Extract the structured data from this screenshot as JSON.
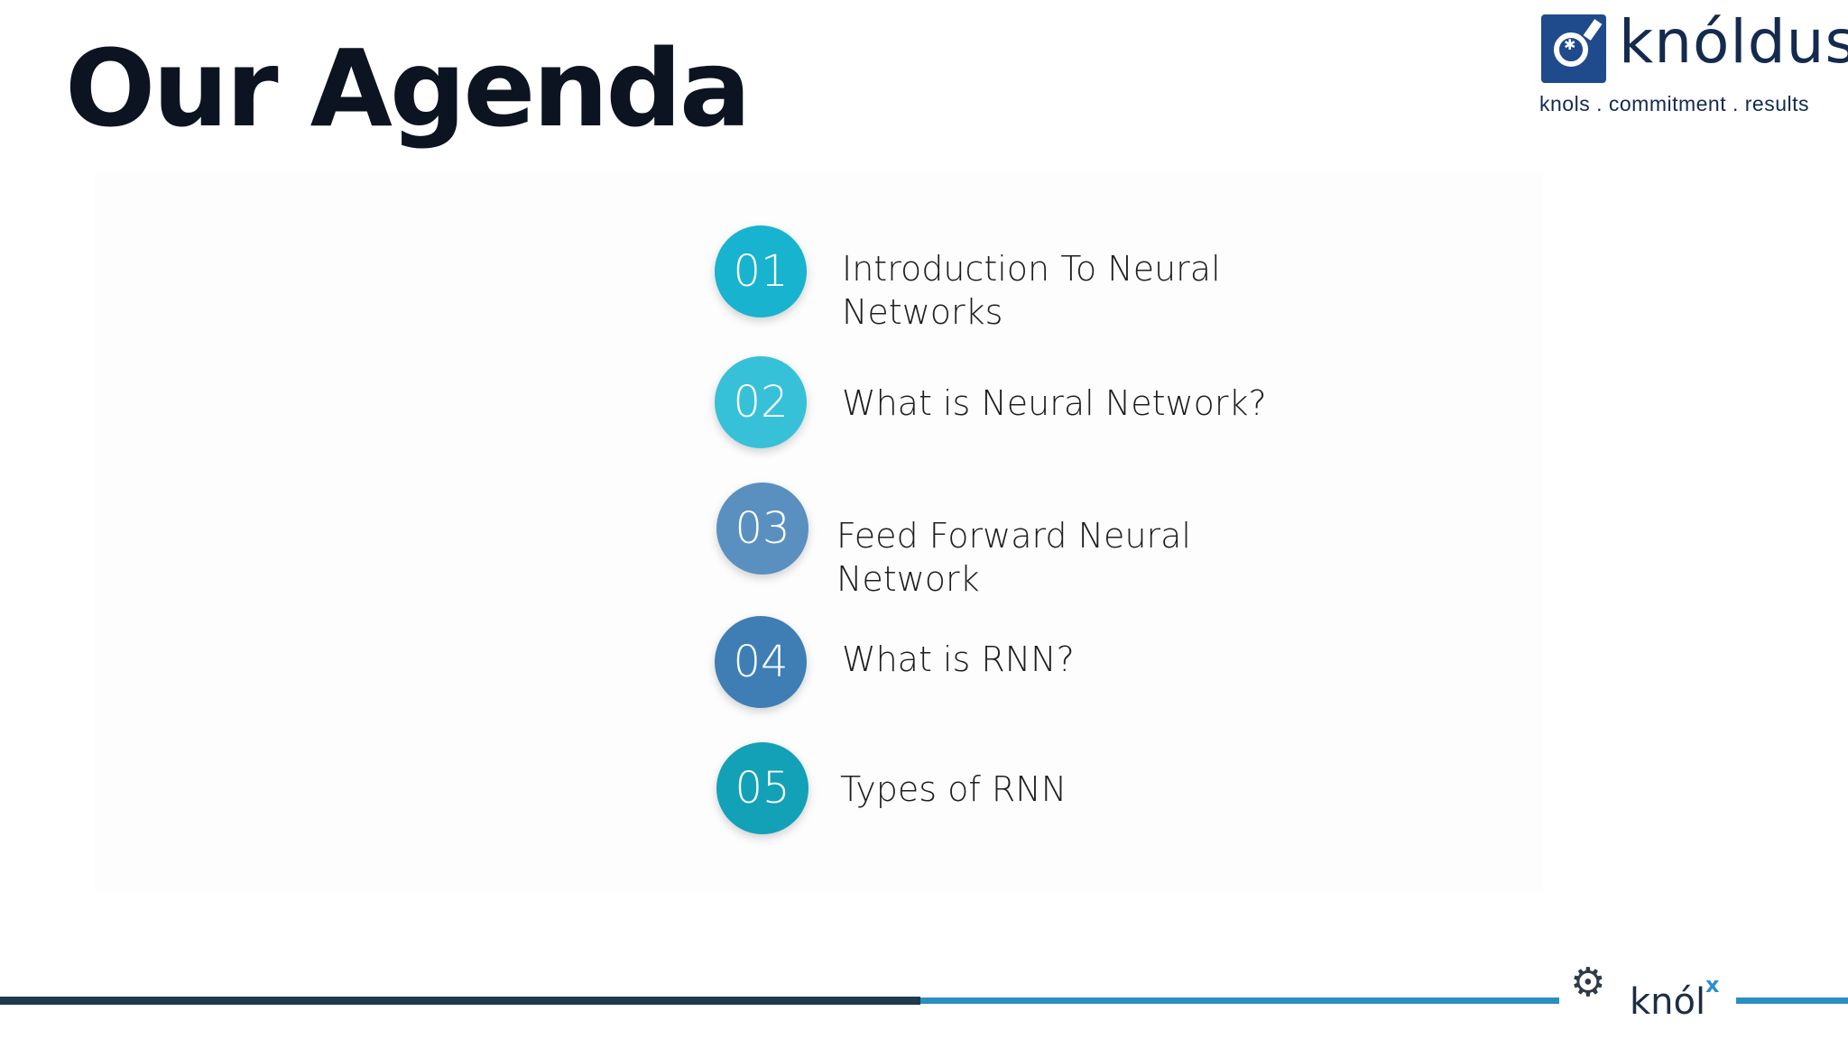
{
  "title": "Our Agenda",
  "brand": {
    "name": "knóldus",
    "tagline": "knols . commitment . results"
  },
  "agenda": [
    {
      "number": "01",
      "label": "Introduction To Neural Networks",
      "color": "#17b3cf"
    },
    {
      "number": "02",
      "label": "What is Neural Network?",
      "color": "#36c1d9"
    },
    {
      "number": "03",
      "label": "Feed Forward Neural Network",
      "color": "#5a90c0"
    },
    {
      "number": "04",
      "label": "What is RNN?",
      "color": "#3e7eb5"
    },
    {
      "number": "05",
      "label": "Types of RNN",
      "color": "#12a1b7"
    }
  ],
  "footer": {
    "logo_word": "knól",
    "logo_suffix": "x"
  }
}
